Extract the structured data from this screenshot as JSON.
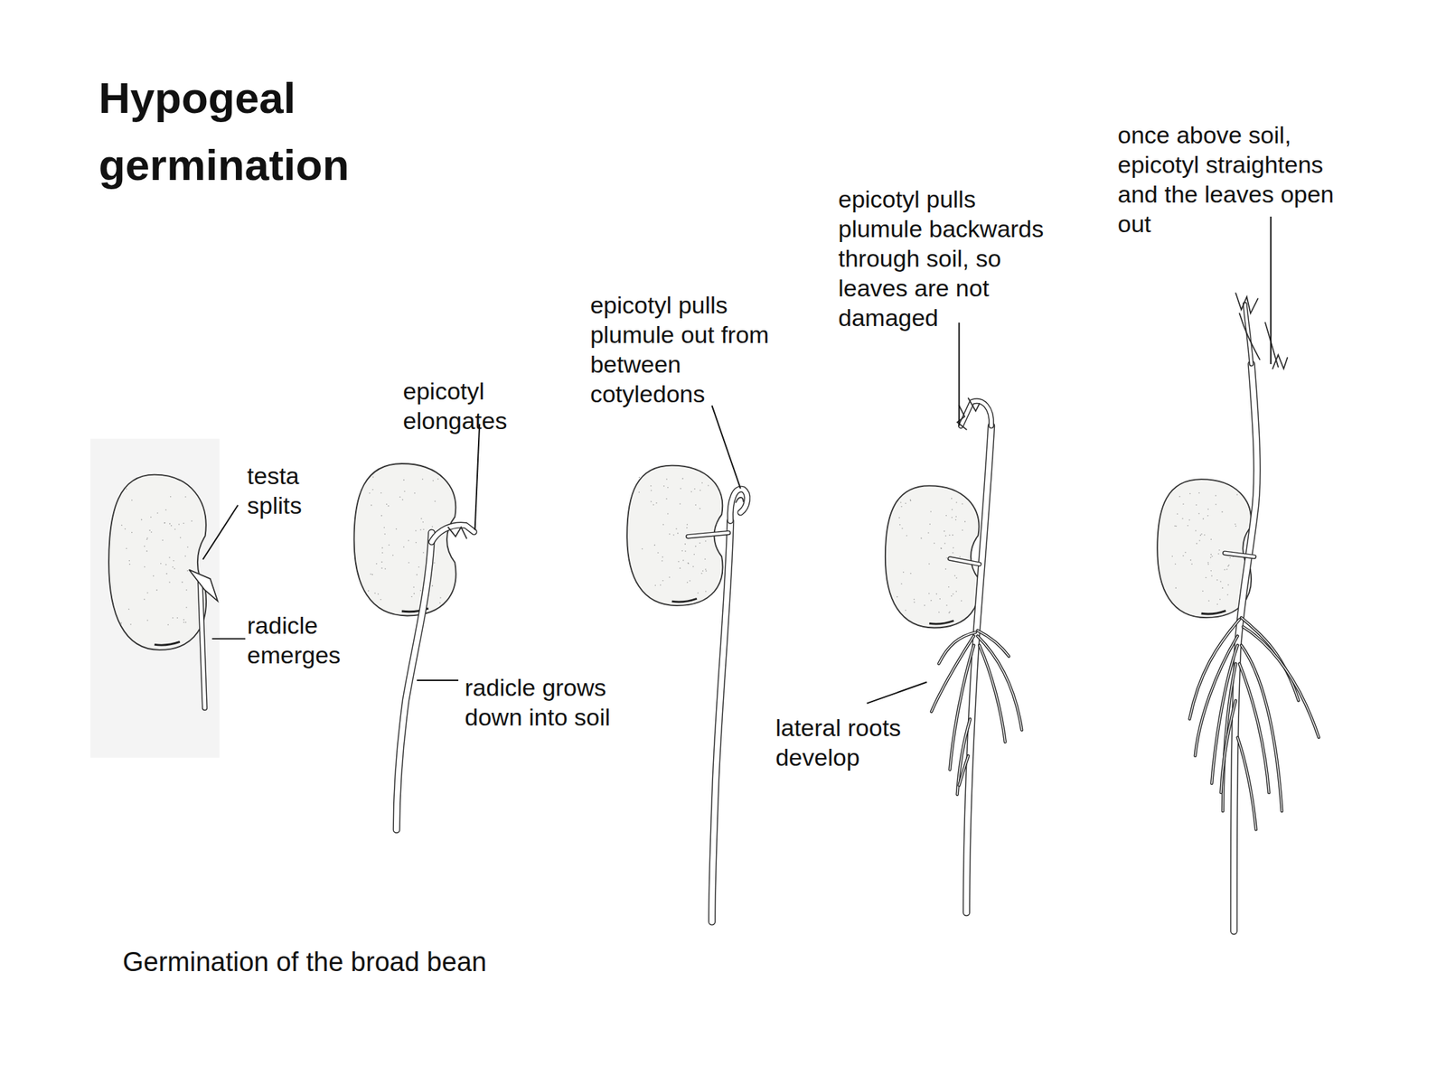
{
  "diagram": {
    "title": "Hypogeal germination",
    "caption": "Germination of the broad bean",
    "labels": [
      "testa splits",
      "radicle emerges",
      "epicotyl elongates",
      "radicle grows down into soil",
      "epicotyl pulls plumule out from between cotyledons",
      "epicotyl pulls plumule backwards through soil, so leaves are not damaged",
      "lateral roots develop",
      "once above soil, epicotyl straightens and the leaves open out"
    ]
  }
}
